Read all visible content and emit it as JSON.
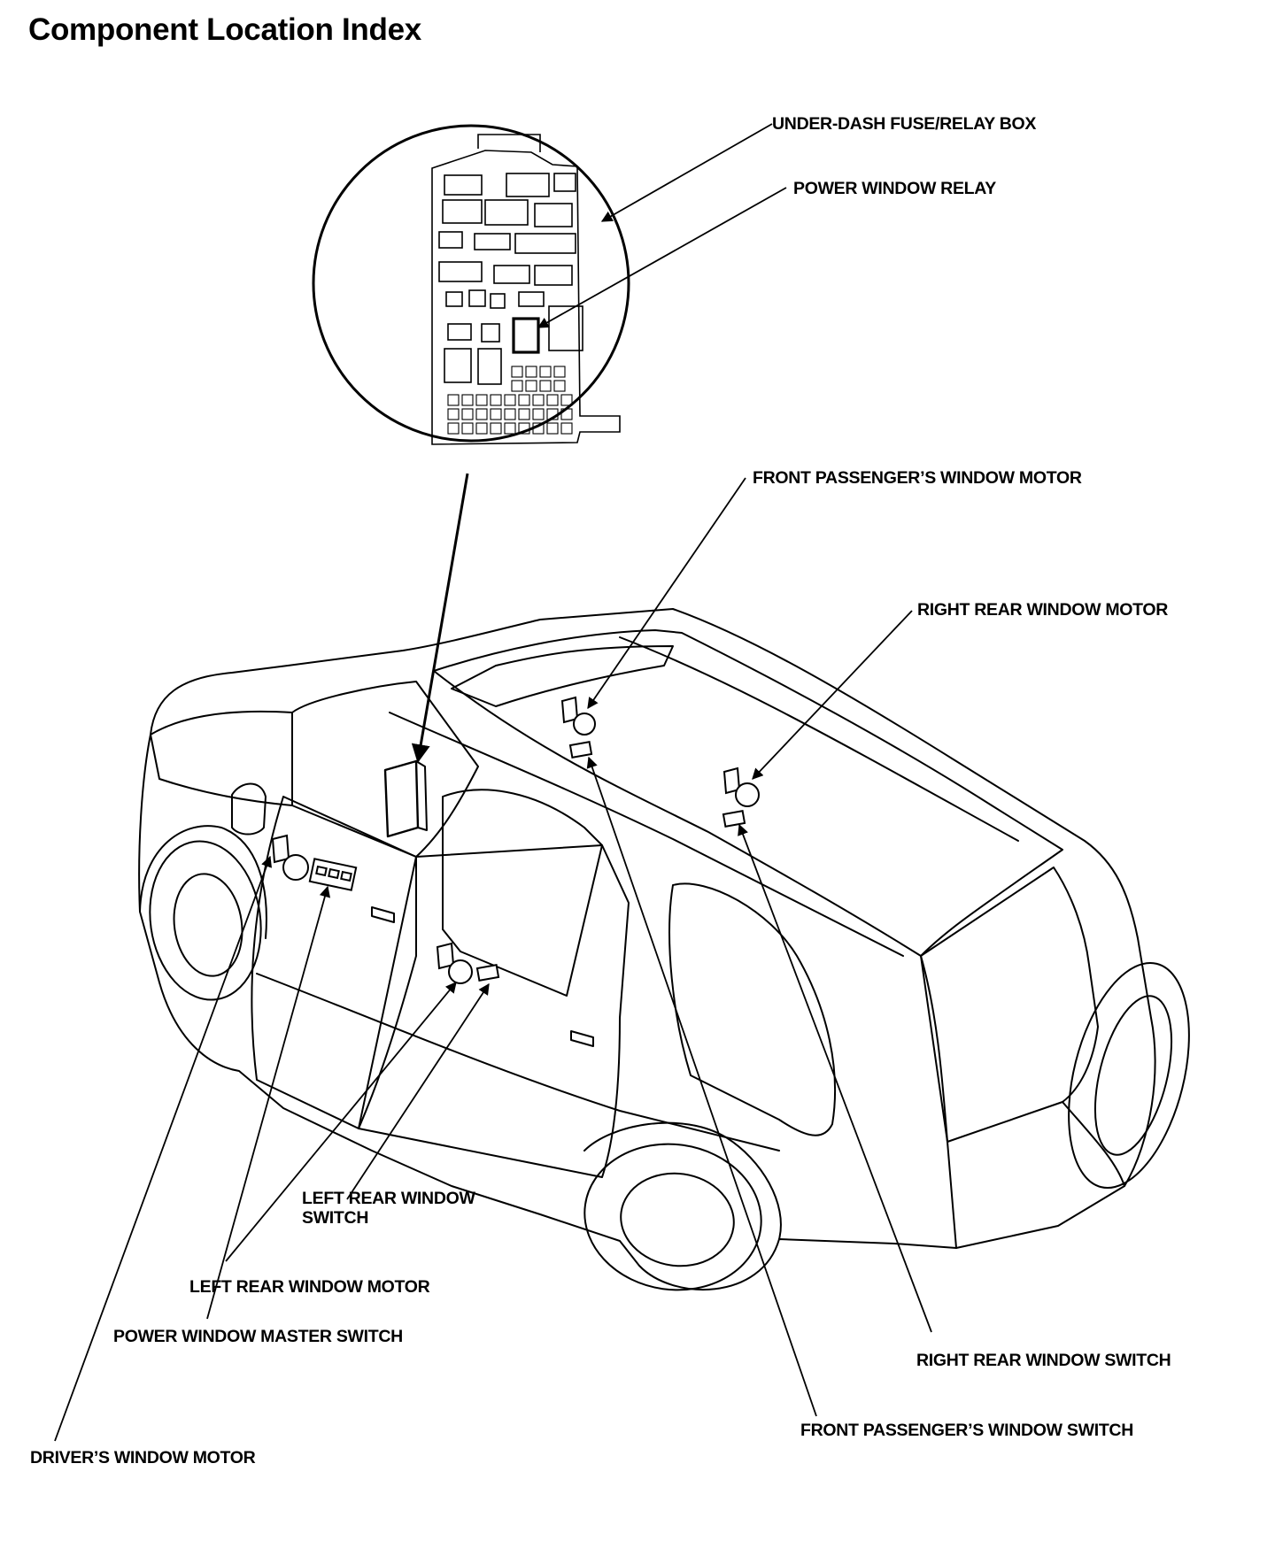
{
  "title": "Component Location Index",
  "labels": {
    "under_dash_fuse_relay_box": "UNDER-DASH FUSE/RELAY BOX",
    "power_window_relay": "POWER WINDOW RELAY",
    "front_passengers_window_motor": "FRONT PASSENGER’S WINDOW MOTOR",
    "right_rear_window_motor": "RIGHT REAR WINDOW MOTOR",
    "left_rear_window_switch": "LEFT REAR WINDOW\nSWITCH",
    "left_rear_window_motor": "LEFT REAR WINDOW MOTOR",
    "power_window_master_switch": "POWER WINDOW MASTER SWITCH",
    "right_rear_window_switch": "RIGHT REAR WINDOW SWITCH",
    "front_passengers_window_switch": "FRONT PASSENGER’S WINDOW SWITCH",
    "drivers_window_motor": "DRIVER’S WINDOW MOTOR"
  },
  "colors": {
    "ink": "#000000",
    "paper": "#ffffff"
  }
}
